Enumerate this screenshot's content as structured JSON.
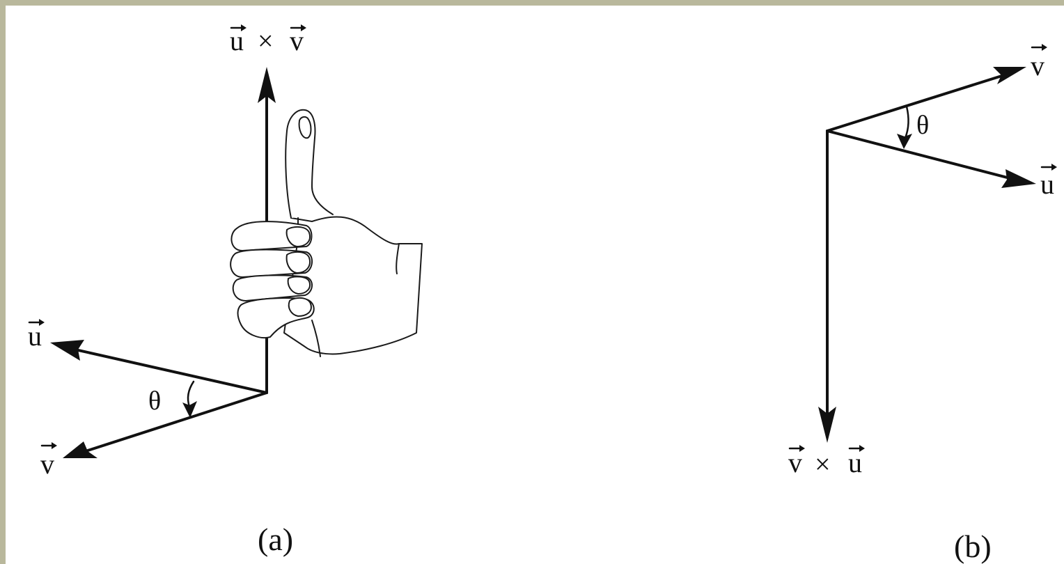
{
  "figure_a": {
    "cross_label_left": "u",
    "cross_op": "×",
    "cross_label_right": "v",
    "u_label": "u",
    "v_label": "v",
    "angle_label": "θ",
    "caption": "(a)"
  },
  "figure_b": {
    "v_label": "v",
    "u_label": "u",
    "angle_label": "θ",
    "cross_label_left": "v",
    "cross_op": "×",
    "cross_label_right": "u",
    "caption": "(b)"
  },
  "colors": {
    "background": "#b9b89c",
    "canvas": "#ffffff",
    "ink": "#111111"
  }
}
